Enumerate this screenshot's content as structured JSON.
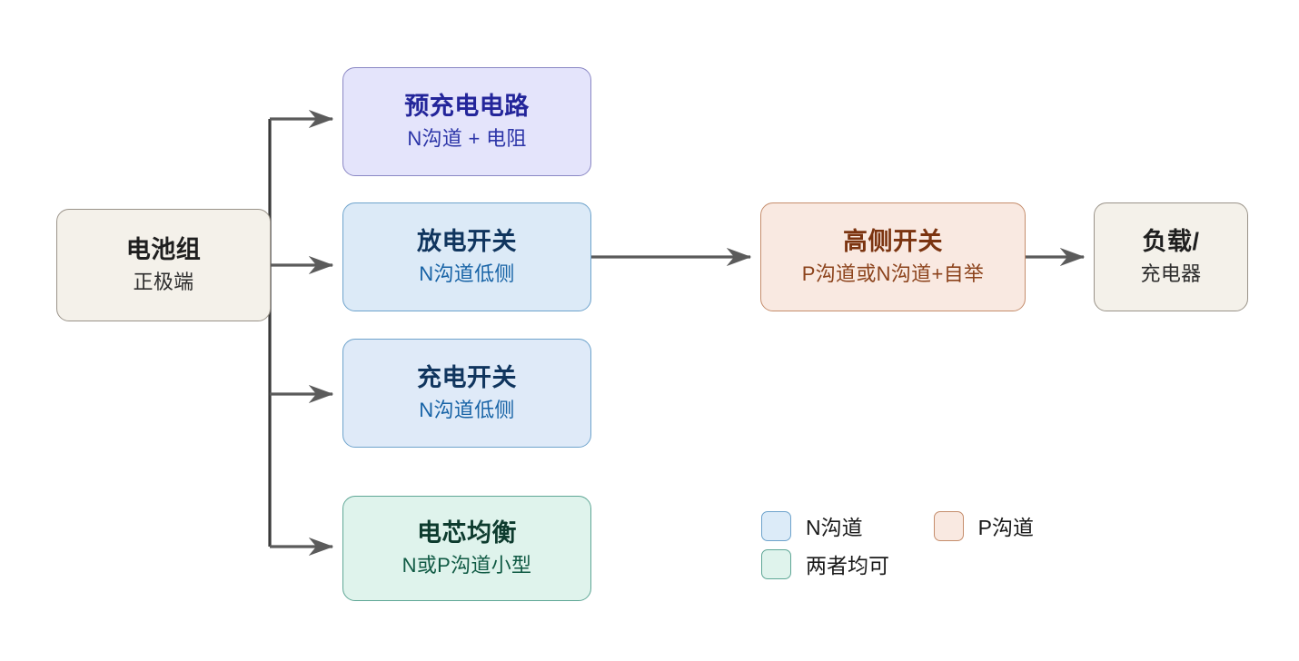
{
  "diagram": {
    "type": "flowchart",
    "nodes": [
      {
        "id": "battery",
        "title": "电池组",
        "subtitle": "正极端",
        "fill": "#f4f1ea",
        "border": "#9a9389",
        "category": "source"
      },
      {
        "id": "precharge",
        "title": "预充电电路",
        "subtitle": "N沟道 + 电阻",
        "fill": "#e4e4fb",
        "border": "#8a87c4",
        "category": "n-channel"
      },
      {
        "id": "discharge",
        "title": "放电开关",
        "subtitle": "N沟道低侧",
        "fill": "#dceaf7",
        "border": "#6ea3cc",
        "category": "n-channel"
      },
      {
        "id": "charge",
        "title": "充电开关",
        "subtitle": "N沟道低侧",
        "fill": "#dfeaf8",
        "border": "#6ea3cc",
        "category": "n-channel"
      },
      {
        "id": "balance",
        "title": "电芯均衡",
        "subtitle": "N或P沟道小型",
        "fill": "#dff3ec",
        "border": "#5fa796",
        "category": "either"
      },
      {
        "id": "highside",
        "title": "高侧开关",
        "subtitle": "P沟道或N沟道+自举",
        "fill": "#f9e9e1",
        "border": "#c58d6c",
        "category": "p-channel"
      },
      {
        "id": "load",
        "title": "负载/",
        "subtitle": "充电器",
        "fill": "#f4f1ea",
        "border": "#9a9389",
        "category": "sink"
      }
    ],
    "edges": [
      {
        "from": "battery",
        "to": "precharge"
      },
      {
        "from": "battery",
        "to": "discharge"
      },
      {
        "from": "battery",
        "to": "charge"
      },
      {
        "from": "battery",
        "to": "balance"
      },
      {
        "from": "discharge",
        "to": "highside"
      },
      {
        "from": "highside",
        "to": "load"
      }
    ],
    "edge_color": "#5b5b5b"
  },
  "legend": {
    "rows": [
      [
        {
          "label": "N沟道",
          "swatch_fill": "#dcebf8",
          "swatch_border": "#6ea3cc"
        },
        {
          "label": "P沟道",
          "swatch_fill": "#f9e9e1",
          "swatch_border": "#c58d6c"
        }
      ],
      [
        {
          "label": "两者均可",
          "swatch_fill": "#dff3ec",
          "swatch_border": "#5fa796"
        }
      ]
    ]
  }
}
